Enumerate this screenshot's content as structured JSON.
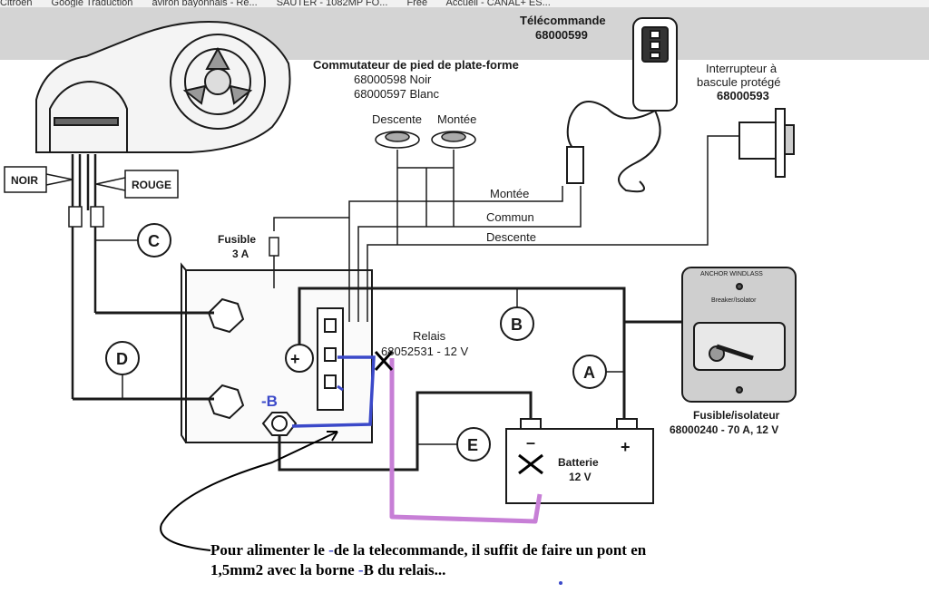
{
  "bookmarks": [
    "Citroën",
    "Google Traduction",
    "aviron bayonnais - Re...",
    "SAUTER - 1082MP FO...",
    "Free",
    "Accueil - CANAL+ ES..."
  ],
  "labels": {
    "telecommande": "Télécommande",
    "telecommande_ref": "68000599",
    "commutateur": "Commutateur de pied de plate-forme",
    "commutateur_noir": "68000598 Noir",
    "commutateur_blanc": "68000597 Blanc",
    "descente": "Descente",
    "montee": "Montée",
    "interrupteur_line1": "Interrupteur à",
    "interrupteur_line2": "bascule protégé",
    "interrupteur_ref": "68000593",
    "noir": "NOIR",
    "rouge": "ROUGE",
    "fusible": "Fusible",
    "fusible_val": "3 A",
    "wire_montee": "Montée",
    "wire_commun": "Commun",
    "wire_descente": "Descente",
    "relais": "Relais",
    "relais_ref": "68052531 - 12 V",
    "batterie": "Batterie",
    "batterie_val": "12 V",
    "isolateur": "Fusible/isolateur",
    "isolateur_ref": "68000240 - 70 A, 12 V",
    "anchor_windlass": "ANCHOR WINDLASS",
    "breaker": "Breaker/Isolator",
    "minus_b": "-B",
    "plus_sign": "+",
    "minus_sign": "–",
    "c": "C",
    "d": "D",
    "b": "B",
    "a": "A",
    "e": "E"
  },
  "note": {
    "part1": "Pour alimenter le ",
    "dash1": "-",
    "part2": "de la telecommande, il suffit de faire un pont  en",
    "part3": "1,5mm2 avec la borne ",
    "dash2": "-",
    "part4": "B du relais..."
  },
  "colors": {
    "wire": "#1a1a1a",
    "annotation_blue": "#3b49c9",
    "annotation_purple": "#c77fd6",
    "cross": "#000000"
  },
  "icons": [
    "windlass-motor-icon",
    "remote-control-icon",
    "foot-switch-icon",
    "rocker-switch-icon",
    "battery-icon",
    "breaker-panel-icon"
  ]
}
